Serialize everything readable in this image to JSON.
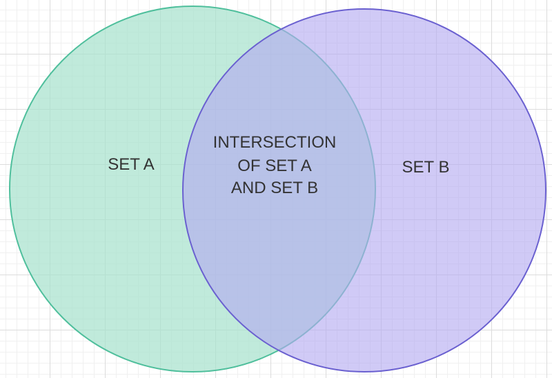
{
  "diagram": {
    "type": "venn",
    "sets": [
      {
        "name": "SET A",
        "fill": "#b2e6d3",
        "stroke": "#55c2a0"
      },
      {
        "name": "SET B",
        "fill": "#c8c2f2",
        "stroke": "#7068d4"
      }
    ],
    "labels": {
      "set_a": "SET A",
      "set_b": "SET B",
      "intersection_line1": "INTERSECTION",
      "intersection_line2": "OF SET A",
      "intersection_line3": "AND SET B"
    }
  }
}
